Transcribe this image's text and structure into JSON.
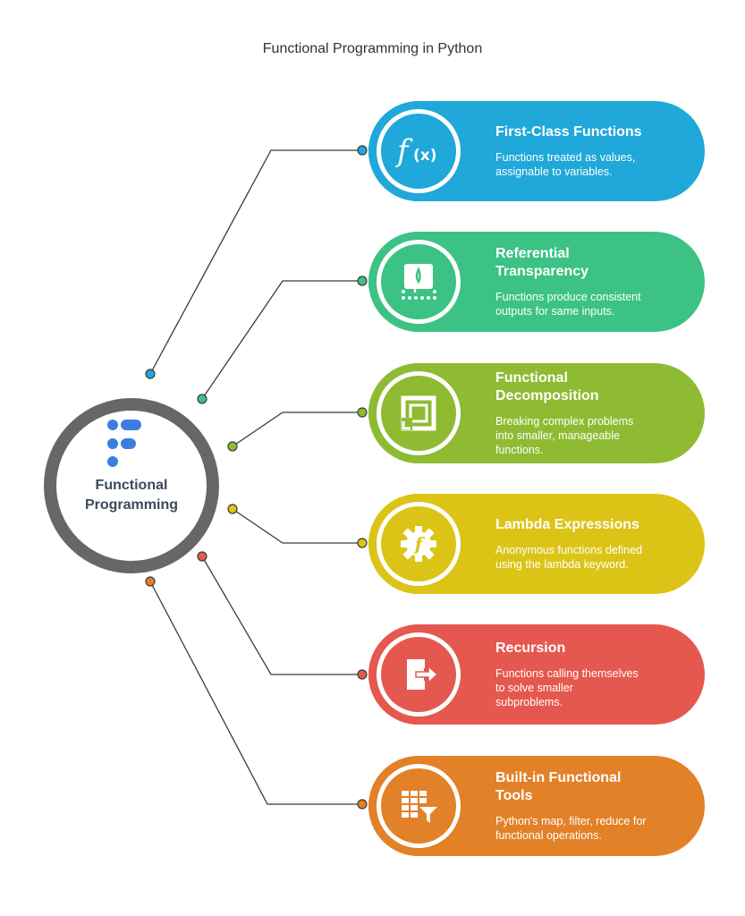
{
  "title": "Functional Programming in Python",
  "hub": {
    "line1": "Functional",
    "line2": "Programming",
    "icon": "program-blocks-icon",
    "ring_color": "#676767",
    "icon_color": "#3a7fe0"
  },
  "items": [
    {
      "key": "first-class-functions",
      "title": "First-Class Functions",
      "desc_lines": [
        "Functions treated as values,",
        "assignable to variables."
      ],
      "color": "#1fa8d9",
      "icon": "function-fx-icon"
    },
    {
      "key": "referential-transparency",
      "title_lines": [
        "Referential",
        "Transparency"
      ],
      "desc_lines": [
        "Functions produce consistent",
        "outputs for same inputs."
      ],
      "color": "#3cc284",
      "icon": "transparency-frame-icon"
    },
    {
      "key": "functional-decomposition",
      "title_lines": [
        "Functional",
        "Decomposition"
      ],
      "desc_lines": [
        "Breaking complex problems",
        "into smaller, manageable",
        "functions."
      ],
      "color": "#8ebb32",
      "icon": "decomposition-frame-icon"
    },
    {
      "key": "lambda-expressions",
      "title": "Lambda Expressions",
      "desc_lines": [
        "Anonymous functions defined",
        "using the lambda keyword."
      ],
      "color": "#dcc416",
      "icon": "function-gear-icon"
    },
    {
      "key": "recursion",
      "title": "Recursion",
      "desc_lines": [
        "Functions calling themselves",
        "to solve smaller",
        "subproblems."
      ],
      "color": "#e5584f",
      "icon": "exit-arrow-icon"
    },
    {
      "key": "built-in-functional-tools",
      "title_lines": [
        "Built-in Functional",
        "Tools"
      ],
      "desc_lines": [
        "Python's map, filter, reduce for",
        "functional operations."
      ],
      "color": "#e28127",
      "icon": "table-filter-icon"
    }
  ]
}
